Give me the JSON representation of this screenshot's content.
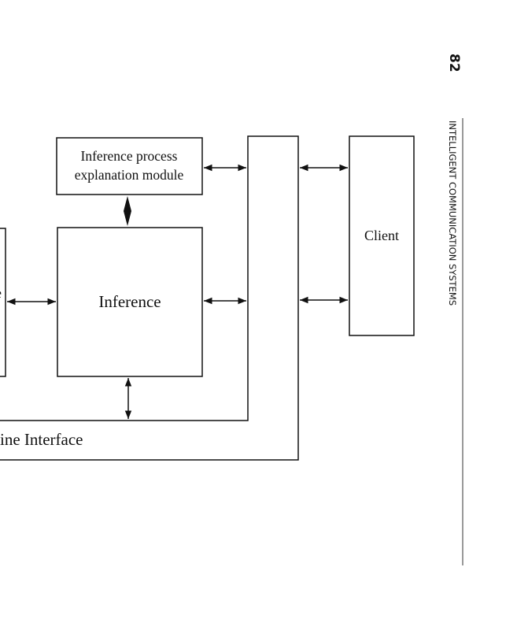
{
  "page": {
    "number": "82",
    "running_header": "INTELLIGENT COMMUNICATION SYSTEMS"
  },
  "diagram": {
    "explanation_module": {
      "line1": "Inference process",
      "line2": "explanation module"
    },
    "inference_block": "Inference",
    "client_block": "Client",
    "interface_label": "ine Interface",
    "left_block_fragment": "e"
  }
}
